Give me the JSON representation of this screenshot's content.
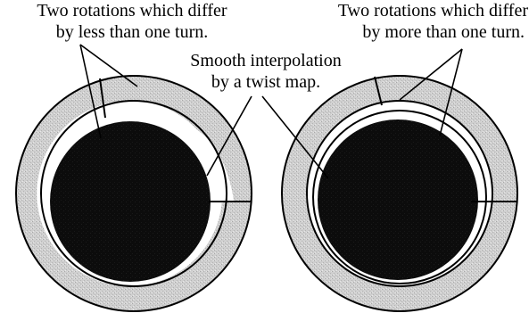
{
  "labels": {
    "left": [
      "Two rotations which differ",
      "by less than one turn."
    ],
    "right": [
      "Two rotations which differ",
      "by more than one turn."
    ],
    "middle": [
      "Smooth interpolation",
      "by a twist map."
    ]
  },
  "colors": {
    "annulus": "#c8c8c8",
    "disk": "#0d0d0d",
    "gap": "#ffffff",
    "line": "#000000"
  }
}
